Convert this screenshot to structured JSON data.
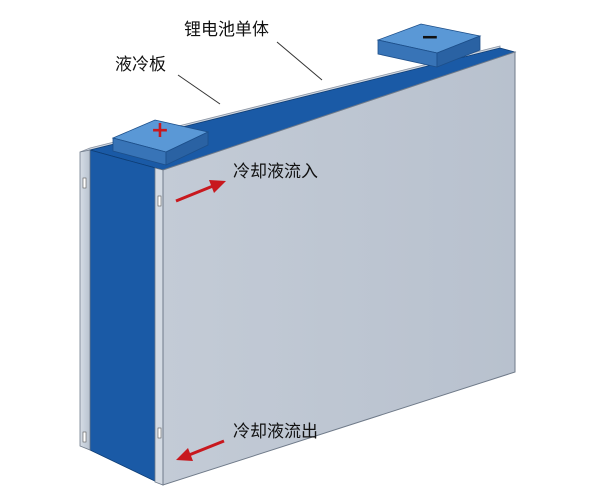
{
  "labels": {
    "cell": "锂电池单体",
    "plate": "液冷板",
    "inlet": "冷却液流入",
    "outlet": "冷却液流出"
  },
  "terminals": {
    "positive": "+",
    "negative": "−"
  },
  "colors": {
    "cell_blue": "#1a5aa6",
    "terminal_blue": "#3d7fc4",
    "plate_gray": "#c9d1dc",
    "arrow_red": "#c8181e"
  }
}
